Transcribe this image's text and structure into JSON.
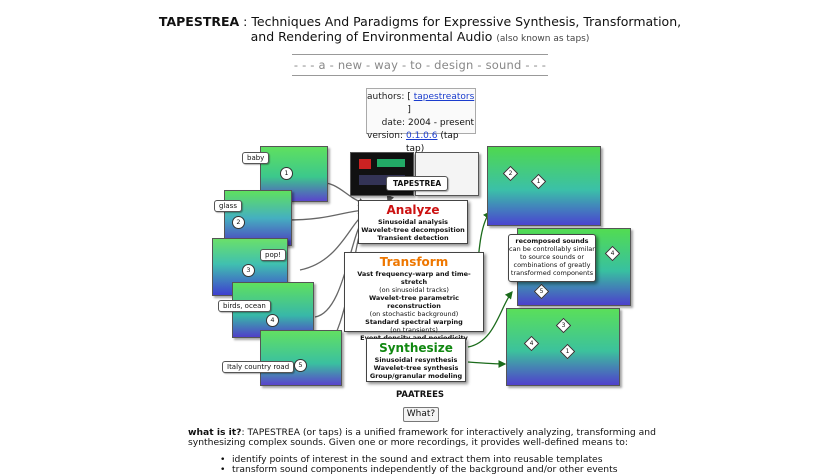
{
  "title": {
    "name": "TAPESTREA",
    "line1_rest": "Techniques And Paradigms for Expressive Synthesis, Transformation,",
    "line2": "and Rendering of Environmental Audio",
    "aka": "(also known as taps)"
  },
  "tagline": "- - - a - new - way - to - design - sound - - -",
  "info": {
    "authors_label": "authors:",
    "authors_value": "tapestreators",
    "date_label": "date:",
    "date_value": "2004 - present",
    "version_label": "version:",
    "version_value": "0.1.0.6",
    "version_note": "(tap tap)"
  },
  "diagram": {
    "sources": [
      "baby",
      "glass",
      "pop!",
      "birds, ocean",
      "Italy country road"
    ],
    "app_label": "TAPESTREA",
    "analyze": {
      "heading": "Analyze",
      "lines": [
        "Sinusoidal analysis",
        "Wavelet-tree decomposition",
        "Transient detection"
      ]
    },
    "transform": {
      "heading": "Transform",
      "lines": [
        "Vast frequency-warp and time-stretch",
        "(on sinusoidal tracks)",
        "Wavelet-tree parametric reconstruction",
        "(on stochastic background)",
        "Standard spectral warping",
        "(on transients)",
        "Event density and periodicity"
      ]
    },
    "synthesize": {
      "heading": "Synthesize",
      "lines": [
        "Sinusoidal resynthesis",
        "Wavelet-tree synthesis",
        "Group/granular modeling"
      ]
    },
    "recomposed": {
      "heading": "recomposed sounds",
      "lines": [
        "can be controllably similar",
        "to source sounds or",
        "combinations of greatly",
        "transformed components"
      ]
    },
    "caption": "PAATREES",
    "colors": {
      "analyze": "#cc1111",
      "transform": "#ee7700",
      "synthesize": "#118811",
      "arrow": "#1b6b1b"
    }
  },
  "what_button": "What?",
  "description": {
    "label": "what is it?",
    "text": ": TAPESTREA (or taps) is a unified framework for interactively analyzing, transforming and synthesizing complex sounds. Given one or more recordings, it provides well-defined means to:"
  },
  "bullets": [
    "identify points of interest in the sound and extract them into reusable templates",
    "transform sound components independently of the background and/or other events"
  ]
}
